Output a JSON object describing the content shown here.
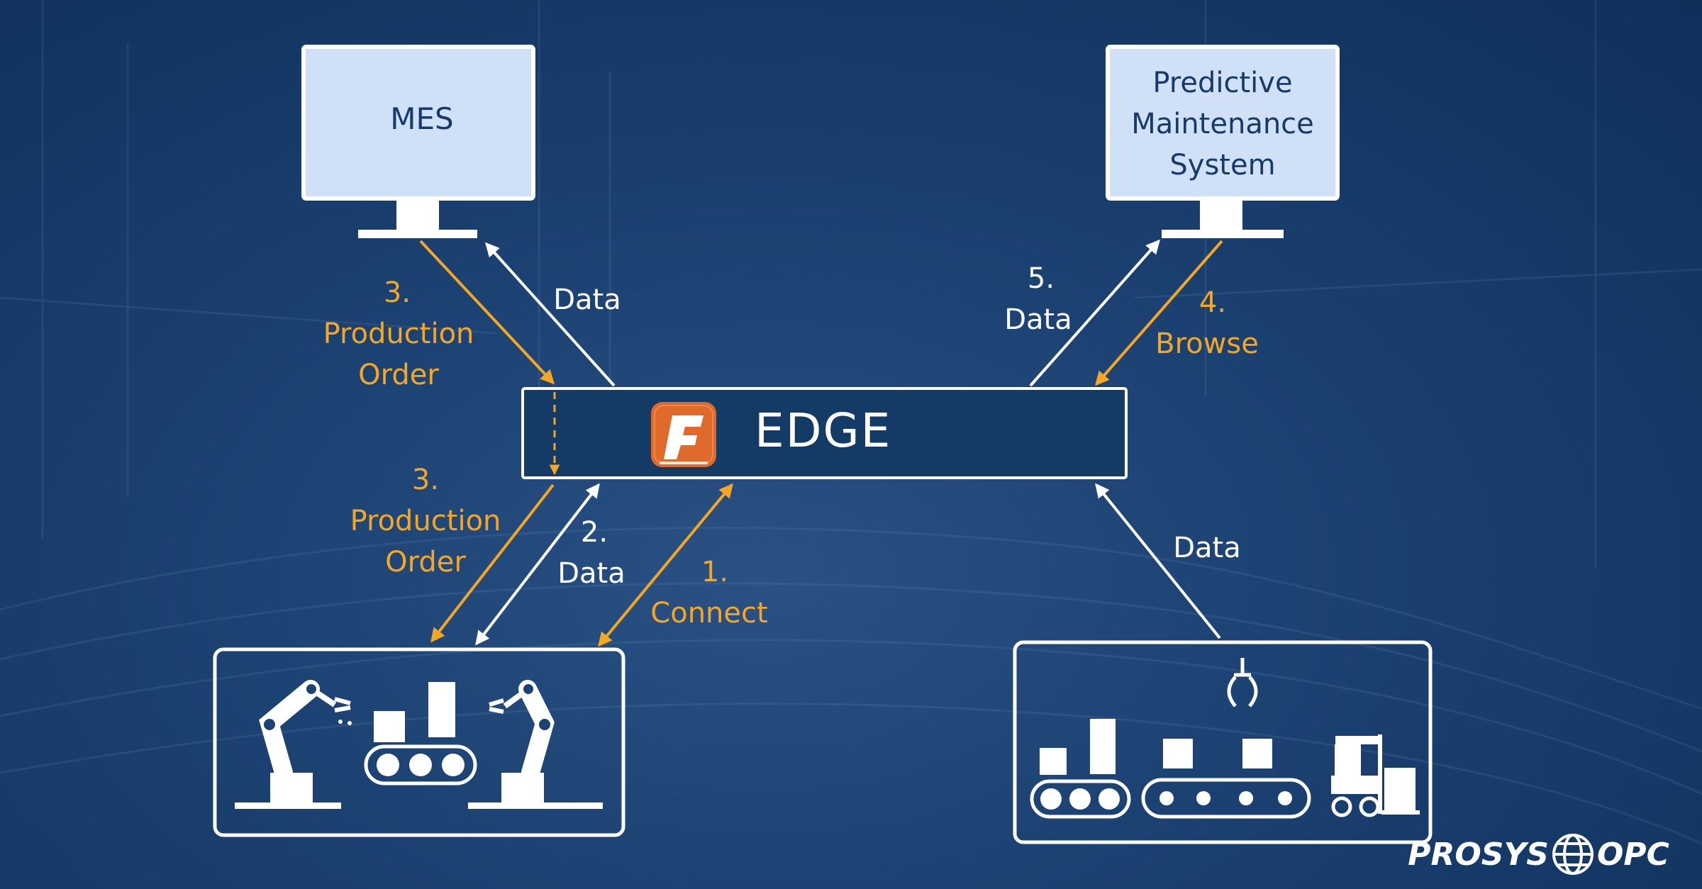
{
  "mes": {
    "label": "MES"
  },
  "pms": {
    "lines": [
      "Predictive",
      "Maintenance",
      "System"
    ]
  },
  "edge": {
    "label": "EDGE"
  },
  "labels": {
    "mes_data": "Data",
    "mes_order_num": "3.",
    "mes_order_line1": "Production",
    "mes_order_line2": "Order",
    "cell_order_num": "3.",
    "cell_order_line1": "Production",
    "cell_order_line2": "Order",
    "cell_data_num": "2.",
    "cell_data": "Data",
    "connect_num": "1.",
    "connect": "Connect",
    "pms_data_num": "5.",
    "pms_data": "Data",
    "browse_num": "4.",
    "browse": "Browse",
    "warehouse_data": "Data"
  },
  "brand": {
    "left": "PROSYS",
    "right": "OPC"
  },
  "colors": {
    "background": "#1a3f6e",
    "accent": "#f5a623",
    "edge_box": "#143a66",
    "screen": "#cfe0f7",
    "logo_orange": "#e06a2c"
  },
  "icons": [
    "edge-app-icon",
    "robot-arm-icon",
    "conveyor-icon",
    "gripper-icon",
    "forklift-icon",
    "globe-icon"
  ]
}
